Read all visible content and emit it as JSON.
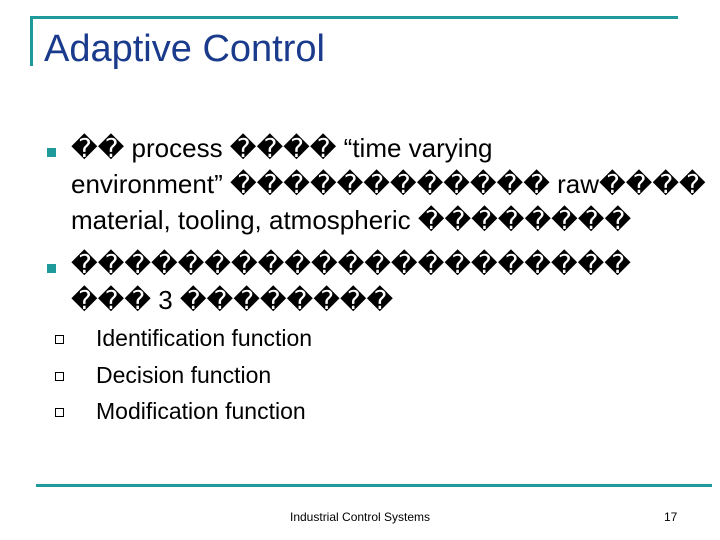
{
  "slide": {
    "title": "Adaptive Control",
    "bullets": [
      {
        "lines": [
          "�� process ���� “time varying",
          "environment” ������������ raw����",
          "material, tooling, atmospheric ��������"
        ]
      },
      {
        "lines": [
          "���������������������",
          "��� 3 ��������"
        ]
      }
    ],
    "sub_bullets": [
      "Identification function",
      "Decision function",
      "Modification function"
    ],
    "footer": "Industrial Control Systems",
    "page_number": "17",
    "accent_color": "#1e9a9a",
    "title_color": "#1a3a8c"
  }
}
